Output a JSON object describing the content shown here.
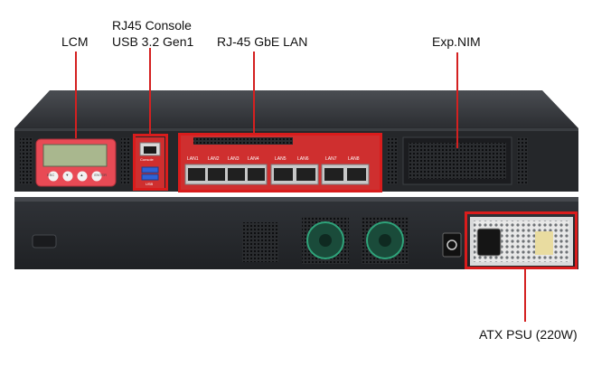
{
  "callouts": {
    "lcm": "LCM",
    "console_line1": "RJ45 Console",
    "console_line2": "USB 3.2 Gen1",
    "lan": "RJ-45 GbE LAN",
    "exp": "Exp.NIM",
    "psu": "ATX PSU (220W)"
  },
  "front_panel": {
    "lcm_buttons": [
      "ESC",
      "▼",
      "▲",
      "ENTER"
    ],
    "console_port_label": "Console",
    "usb_port_label": "USB",
    "lan_ports": [
      "LAN1",
      "LAN2",
      "LAN3",
      "LAN4",
      "LAN5",
      "LAN6",
      "LAN7",
      "LAN8"
    ]
  },
  "colors": {
    "highlight": "#d91c1c",
    "chassis": "#2a2c2f",
    "panel_red": "#d8282a"
  }
}
